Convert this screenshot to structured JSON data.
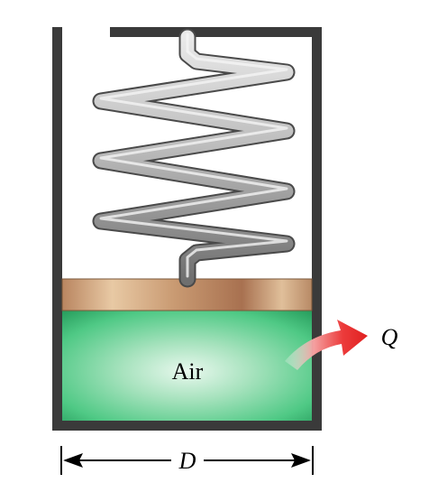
{
  "figure": {
    "gas_label": "Air",
    "heat_label": "Q",
    "dimension_label": "D"
  },
  "colors": {
    "wall": "#3a3a3a",
    "spring": "#9a9a9a",
    "piston": "#c99a72",
    "air": "#3fc27c",
    "heat_arrow": "#e8262b"
  }
}
